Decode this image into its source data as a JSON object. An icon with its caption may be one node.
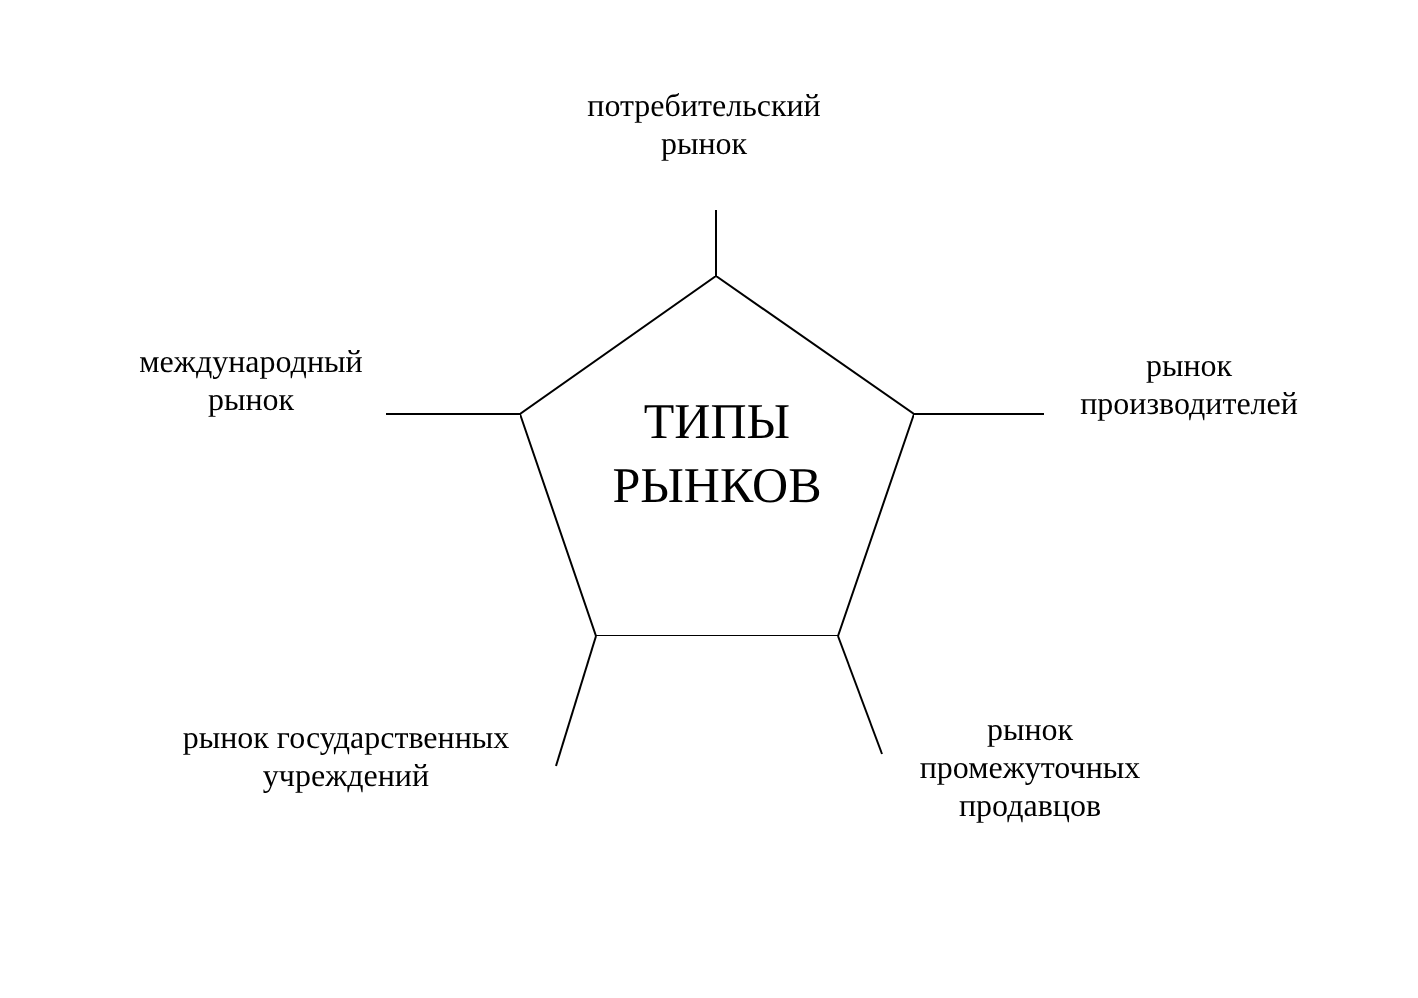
{
  "diagram": {
    "nodes": [
      {
        "text": [
          "ТИПЫ РЫНКОВ"
        ]
      },
      {
        "text": [
          "потребительский рынок"
        ]
      },
      {
        "text": [
          "международный рынок"
        ]
      },
      {
        "text": [
          "рынок производителей"
        ]
      },
      {
        "text": [
          "рынок государственных учреждений"
        ]
      },
      {
        "text": [
          "рынок промежуточных продавцов"
        ]
      }
    ],
    "edges": [
      {
        "from": 0,
        "to": 1,
        "arrow": "none"
      },
      {
        "from": 0,
        "to": 2,
        "arrow": "none"
      },
      {
        "from": 0,
        "to": 3,
        "arrow": "none"
      },
      {
        "from": 0,
        "to": 4,
        "arrow": "none"
      },
      {
        "from": 0,
        "to": 5,
        "arrow": "none"
      }
    ]
  }
}
